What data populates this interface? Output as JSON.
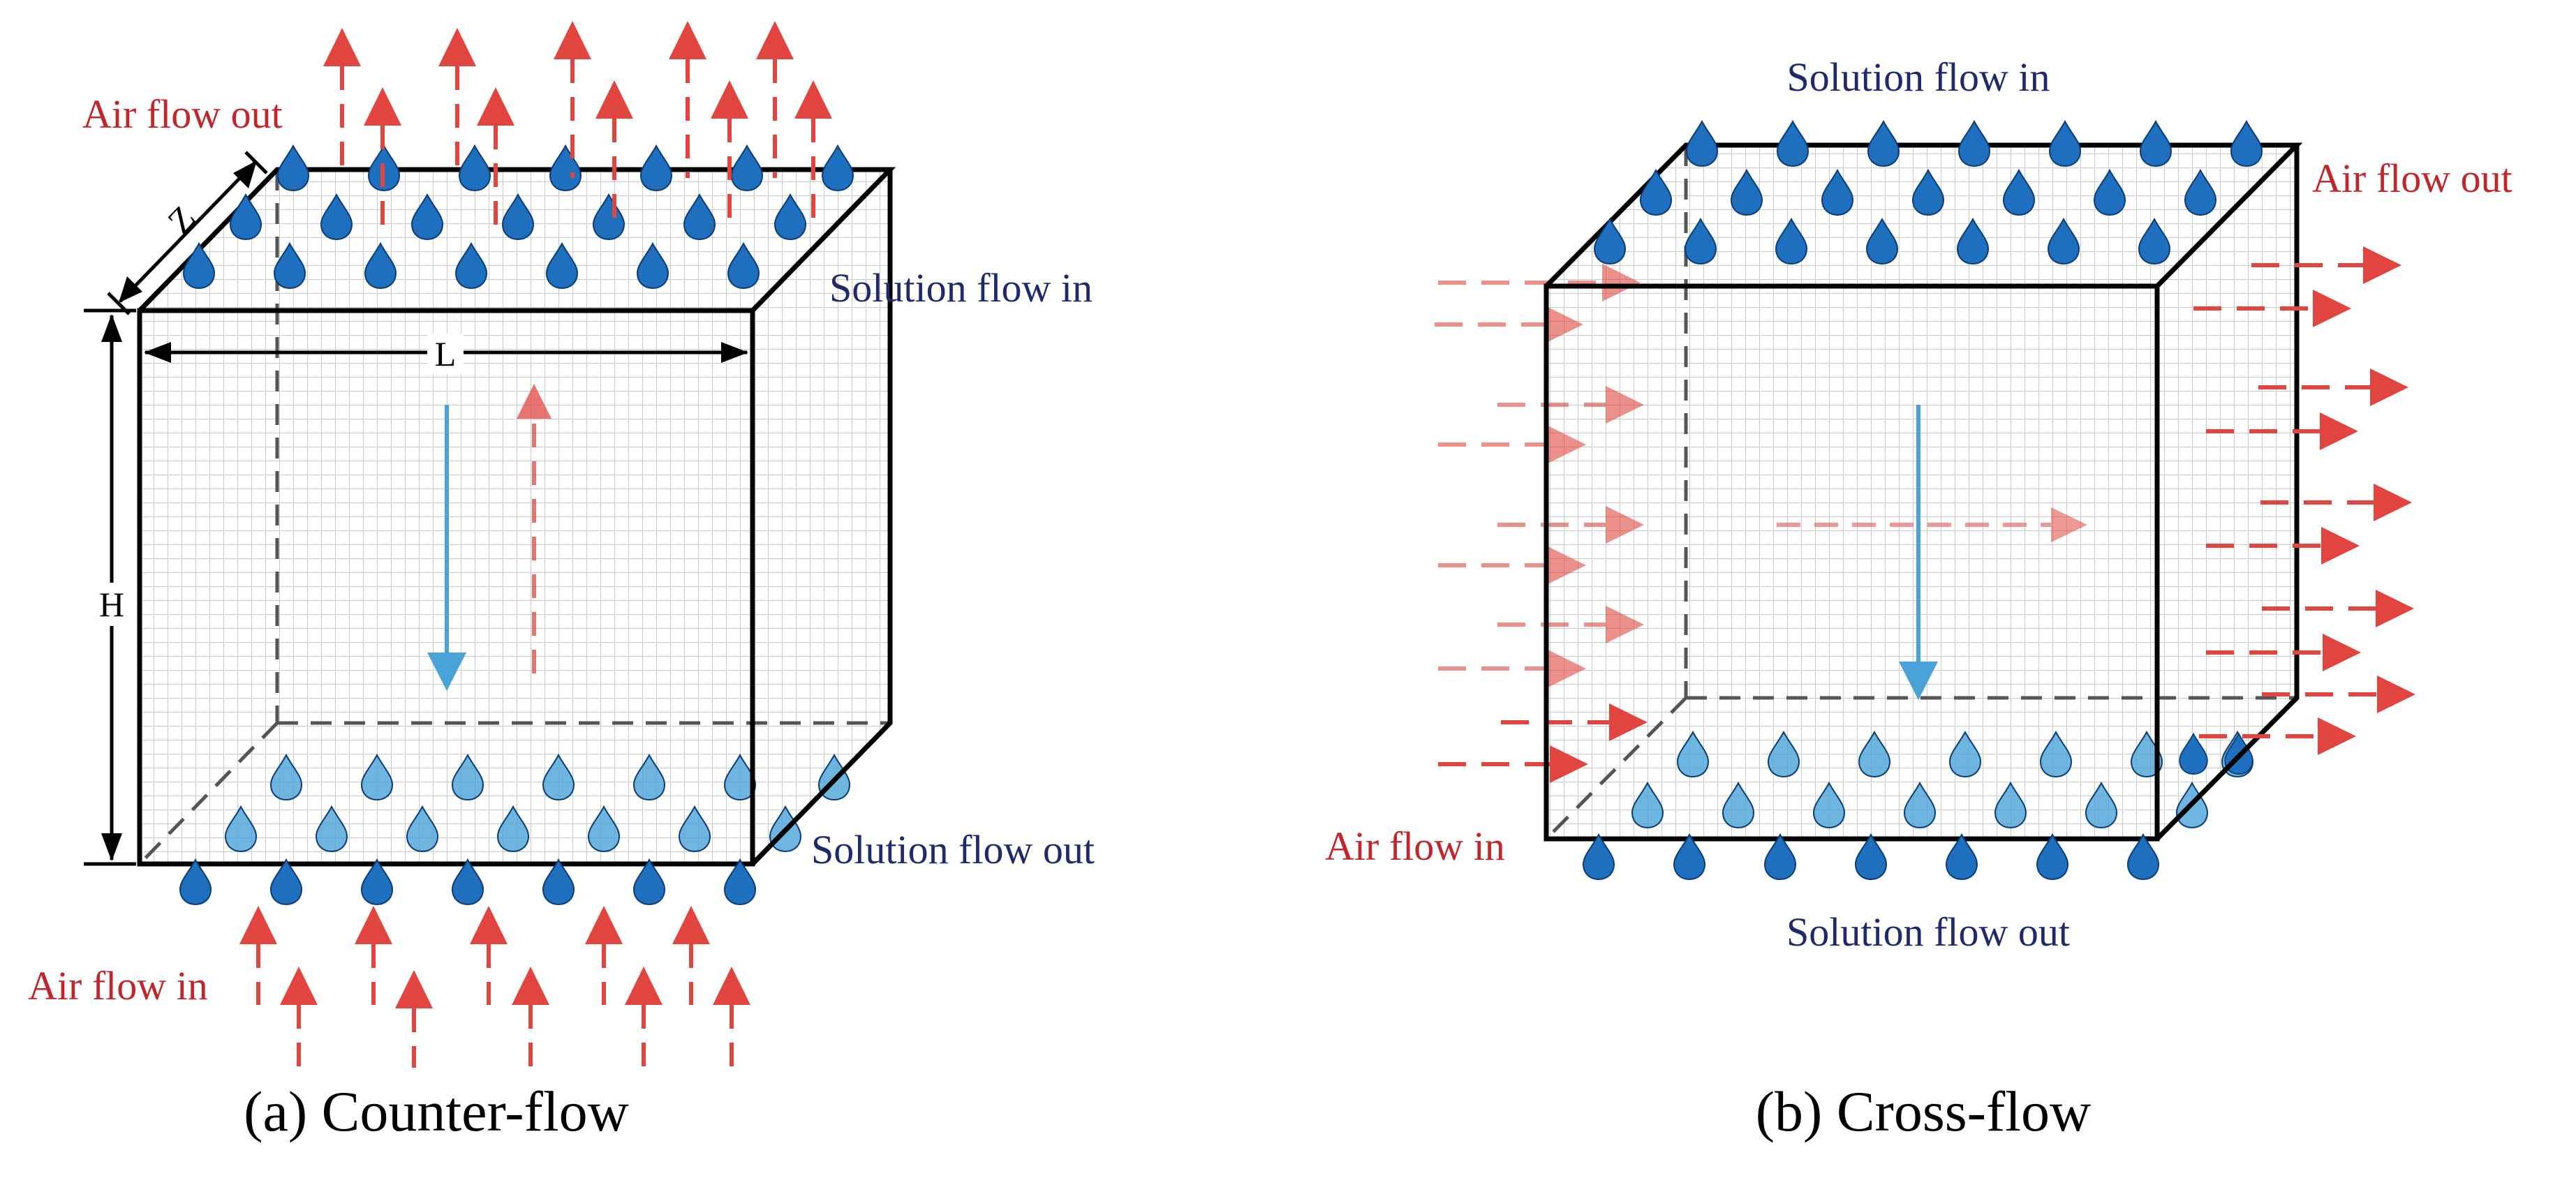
{
  "colors": {
    "air": "#e0463f",
    "solution": "#1f6fbf",
    "solution_light": "#4aa3d8",
    "grid": "#c9c9c9",
    "edge": "#000000",
    "hidden_edge": "#555555",
    "label_red": "#c0272d",
    "label_blue": "#1f2a6b"
  },
  "panels": {
    "a": {
      "caption": "(a) Counter-flow",
      "air_out": "Air flow out",
      "air_in": "Air flow in",
      "solution_in": "Solution flow in",
      "solution_out": "Solution flow out",
      "dim_l": "L",
      "dim_h": "H",
      "dim_z": "Z"
    },
    "b": {
      "caption": "(b) Cross-flow",
      "air_out": "Air flow out",
      "air_in": "Air flow in",
      "solution_in": "Solution flow in",
      "solution_out": "Solution flow out"
    }
  }
}
